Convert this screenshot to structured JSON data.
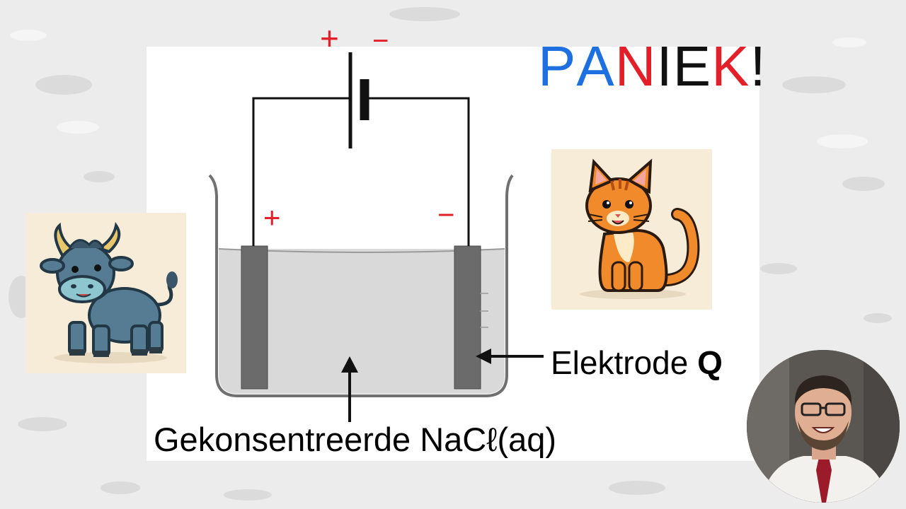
{
  "title": {
    "letters": [
      {
        "char": "P",
        "color": "#1e6fe0"
      },
      {
        "char": "A",
        "color": "#1e6fe0"
      },
      {
        "char": "N",
        "color": "#e3202a"
      },
      {
        "char": "I",
        "color": "#111111"
      },
      {
        "char": "E",
        "color": "#111111"
      },
      {
        "char": "K",
        "color": "#e3202a"
      },
      {
        "char": "!",
        "color": "#111111"
      }
    ]
  },
  "battery_signs": {
    "plus": "+",
    "minus": "−"
  },
  "electrode_signs": {
    "left": "+",
    "right": "−"
  },
  "labels": {
    "electrode_q_prefix": "Elektrode ",
    "electrode_q_bold": "Q",
    "solution": "Gekonsentreerde NaCℓ(aq)"
  },
  "icons": {
    "left_picture": "cartoon-bull-icon",
    "right_picture": "cartoon-cat-icon",
    "presenter": "presenter-webcam"
  },
  "colors": {
    "sign_red": "#e3202a",
    "blue": "#1e6fe0",
    "electrode_gray": "#6b6b6b",
    "solution_fill": "#d9d9d9"
  }
}
